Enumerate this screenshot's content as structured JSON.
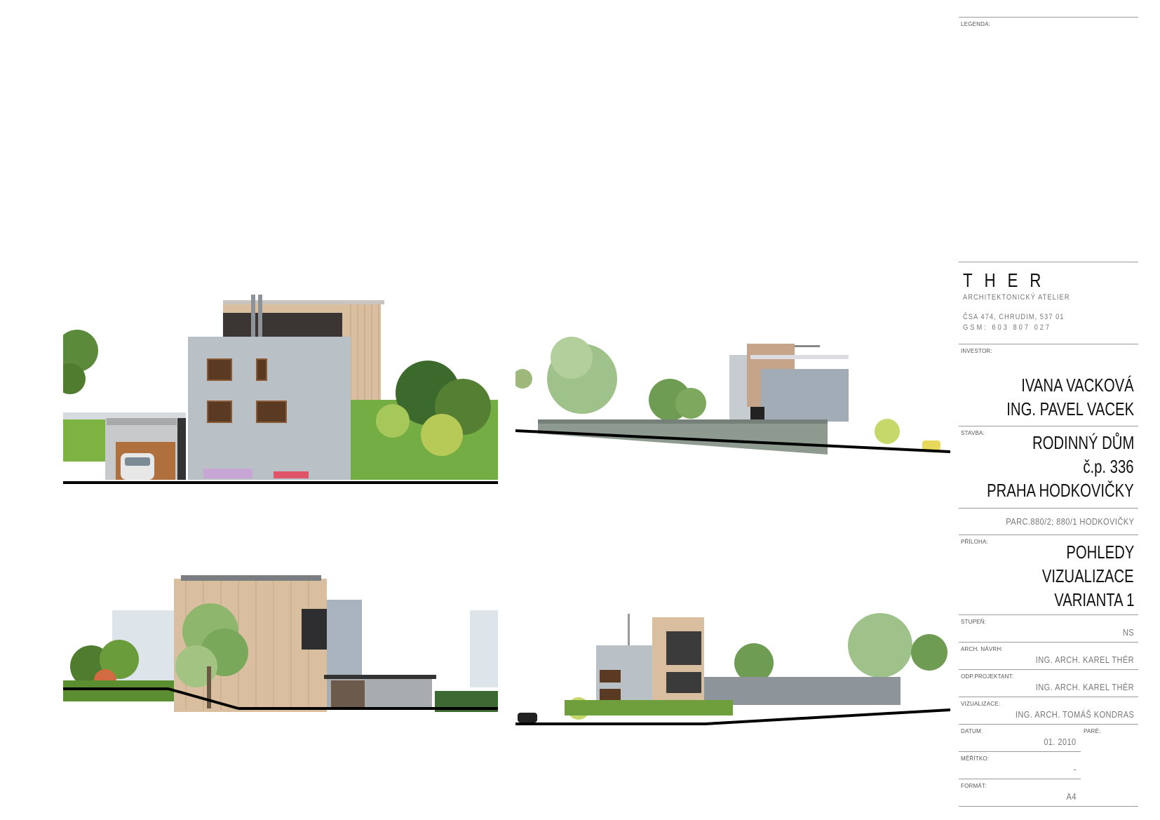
{
  "title_block": {
    "legend_label": "LEGENDA:",
    "office": {
      "name": "THER",
      "subtitle": "ARCHITEKTONICKÝ ATELIER",
      "address": "ČSA 474, CHRUDIM, 537 01",
      "phone": "GSM: 603 807 027"
    },
    "investor_label": "INVESTOR:",
    "investor_lines": [
      "IVANA VACKOVÁ",
      "ING. PAVEL VACEK"
    ],
    "stavba_label": "STAVBA:",
    "stavba_lines": [
      "RODINNÝ DŮM",
      "č.p. 336",
      "PRAHA HODKOVIČKY"
    ],
    "parcel": "PARC.880/2; 880/1 HODKOVIČKY",
    "priloha_label": "PŘÍLOHA:",
    "priloha_lines": [
      "POHLEDY",
      "VIZUALIZACE",
      "VARIANTA 1"
    ],
    "stupen_label": "STUPEŇ:",
    "stupen_value": "NS",
    "arch_navrh_label": "ARCH. NÁVRH:",
    "arch_navrh_value": "ING. ARCH. KAREL THÉR",
    "odp_projektant_label": "ODP.PROJEKTANT:",
    "odp_projektant_value": "ING. ARCH. KAREL THÉR",
    "vizualizace_label": "VIZUALIZACE:",
    "vizualizace_value": "ING. ARCH. TOMÁŠ KONDRAS",
    "datum_label": "DATUM:",
    "datum_value": "01. 2010",
    "pare_label": "PARÉ:",
    "meritko_label": "MĚŘÍTKO:",
    "meritko_value": "-",
    "format_label": "FORMÁT:",
    "format_value": "A4"
  },
  "colors": {
    "render_grey": "#b9c1c6",
    "wood": "#d9bfa0",
    "grass": "#6fa83a",
    "ground_line": "#000000",
    "rule": "#9a9a9a"
  }
}
